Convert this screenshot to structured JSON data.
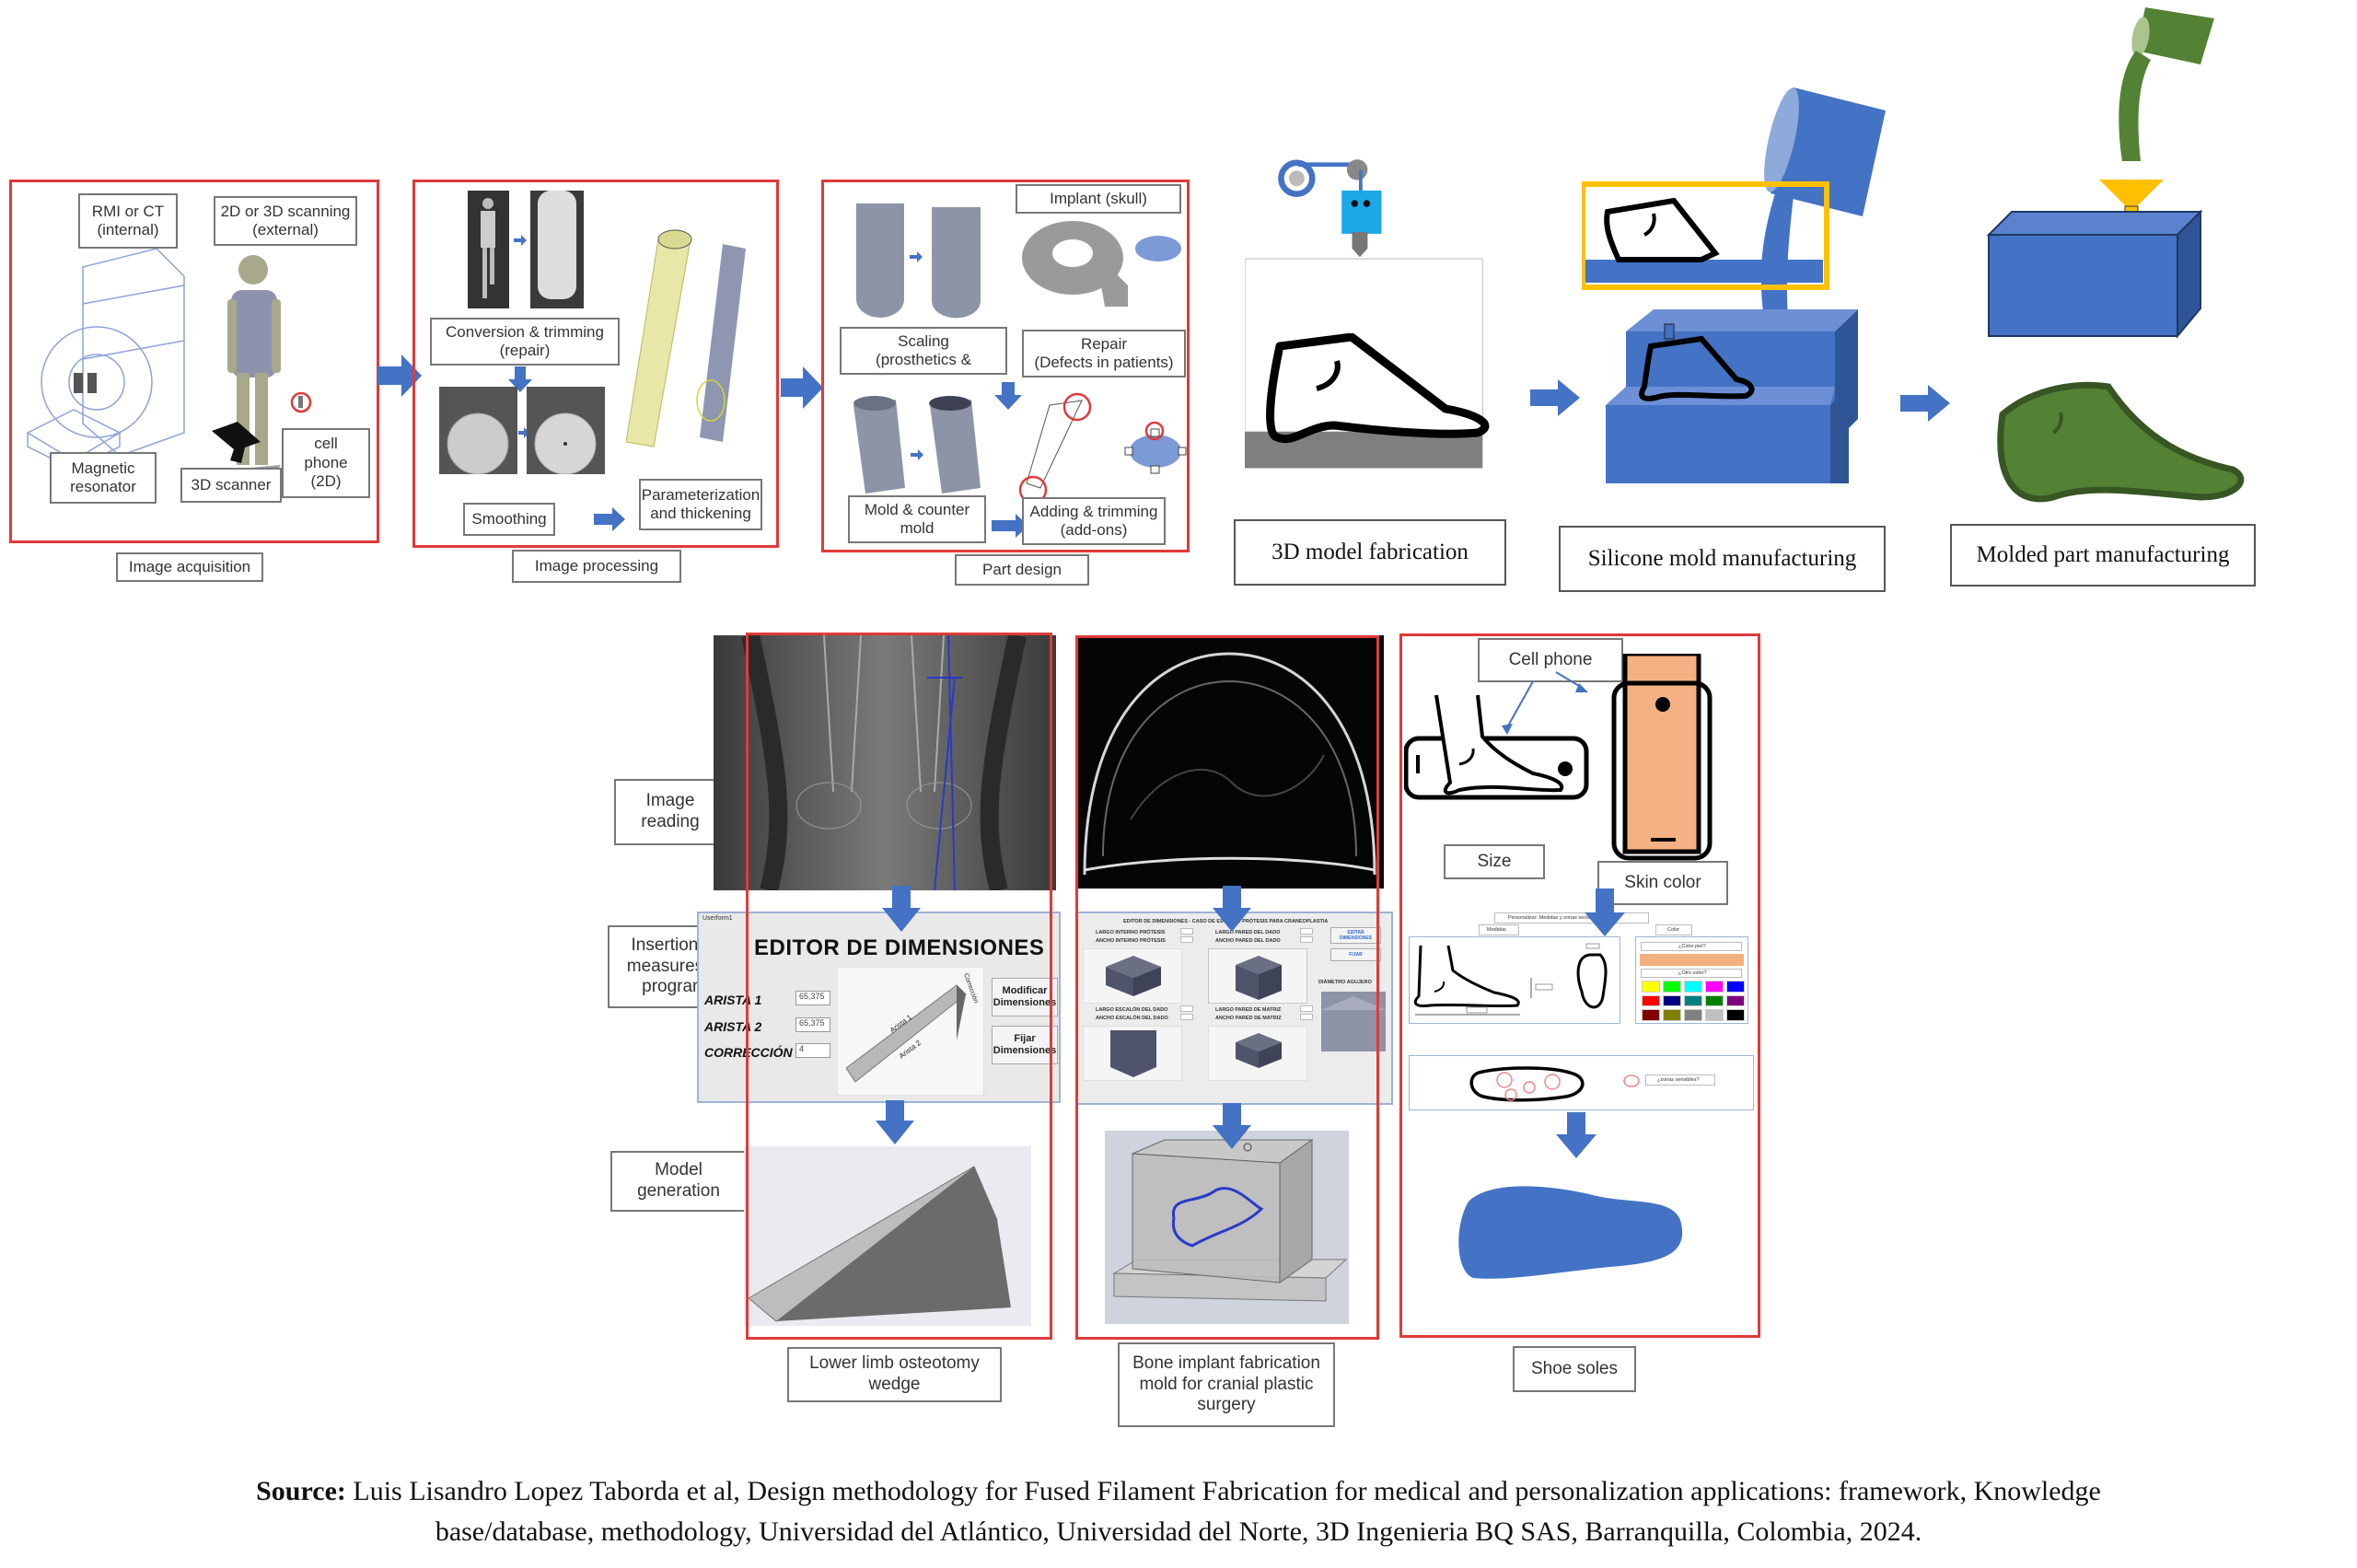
{
  "top_left_panels": {
    "image_acquisition": {
      "caption": "Image acquisition",
      "labels": {
        "rmi_ct": "RMI or CT\n(internal)",
        "scanning": "2D or 3D scanning\n(external)",
        "magnetic_resonator": "Magnetic\nresonator",
        "scanner_3d": "3D scanner",
        "cell_phone": "cell\nphone\n(2D)"
      }
    },
    "image_processing": {
      "caption": "Image processing",
      "labels": {
        "conversion": "Conversion & trimming\n(repair)",
        "smoothing": "Smoothing",
        "parameterization": "Parameterization\nand thickening"
      }
    },
    "part_design": {
      "caption": "Part design",
      "labels": {
        "implant": "Implant (skull)",
        "scaling": "Scaling\n(prosthetics &",
        "repair": "Repair\n(Defects in patients)",
        "mold": "Mold & counter\nmold",
        "adding": "Adding & trimming\n(add-ons)"
      }
    }
  },
  "top_right_panels": {
    "fabrication": {
      "caption": "3D model fabrication"
    },
    "silicone": {
      "caption": "Silicone mold manufacturing"
    },
    "molded": {
      "caption": "Molded part manufacturing"
    }
  },
  "bottom": {
    "row_labels": {
      "image_reading": "Image\nreading",
      "insertion": "Insertion of\nmeasures in\nprogram",
      "model_generation": "Model\ngeneration"
    },
    "osteotomy": {
      "caption": "Lower limb osteotomy\nwedge",
      "editor": {
        "window_title": "Userform1",
        "title": "EDITOR DE DIMENSIONES",
        "fields": [
          {
            "label": "ARISTA 1",
            "value": "65,375"
          },
          {
            "label": "ARISTA 2",
            "value": "65,375"
          },
          {
            "label": "CORRECCIÓN",
            "value": "4"
          }
        ],
        "buttons": [
          "Modificar\nDimensiones",
          "Fijar\nDimensiones"
        ],
        "image_labels": [
          "Arista 1",
          "Arista 2",
          "Corrección"
        ]
      }
    },
    "cranial": {
      "caption": "Bone implant fabrication\nmold for cranial plastic\nsurgery",
      "editor": {
        "title": "EDITOR DE DIMENSIONES - CASO DE ESTUDIO: PRÓTESIS PARA CRANEOPLASTIA",
        "fields": [
          "LARGO INTERNO PRÓTESIS",
          "ANCHO INTERNO PRÓTESIS",
          "LARGO PARED DEL DADO",
          "ANCHO PARED DEL DADO",
          "LARGO ESCALÓN DEL DADO",
          "ANCHO ESCALÓN DEL DADO",
          "LARGO PARED DE MATRIZ",
          "ANCHO PARED DE MATRIZ",
          "DIÁMETRO AGUJERO"
        ],
        "buttons": [
          "EDITAR DIMENSIONES",
          "FIJAR"
        ]
      }
    },
    "shoe": {
      "caption": "Shoe soles",
      "labels": {
        "cell_phone": "Cell phone",
        "size": "Size",
        "skin_color": "Skin color"
      },
      "app": {
        "header": "Personalizar: Medidas y zonas sensibles",
        "tab_measures": "Medidas",
        "tab_color": "Color",
        "skin_question": "¿Color piel?",
        "other_question": "¿Otro color?",
        "sensitive_question": "¿zonas sensibles?",
        "skin_swatch": "#f2b07e",
        "palette": [
          "#ffff00",
          "#00ff00",
          "#00ffff",
          "#ff00ff",
          "#0000ff",
          "#ff0000",
          "#000080",
          "#008080",
          "#008000",
          "#800080",
          "#800000",
          "#808000",
          "#808080",
          "#c0c0c0",
          "#000000"
        ]
      }
    }
  },
  "colors": {
    "frame_red": "#e03a3a",
    "arrow_blue": "#4472c4",
    "mold_blue": "#4472c4",
    "resin_green": "#548235",
    "funnel_yellow": "#ffc000"
  },
  "source": {
    "prefix": "Source:",
    "line1": "Luis Lisandro Lopez Taborda et al, Design methodology for Fused Filament Fabrication for medical and personalization applications: framework, Knowledge",
    "line2": "base/database, methodology, Universidad del Atlántico, Universidad del Norte, 3D Ingenieria BQ SAS, Barranquilla, Colombia, 2024."
  }
}
